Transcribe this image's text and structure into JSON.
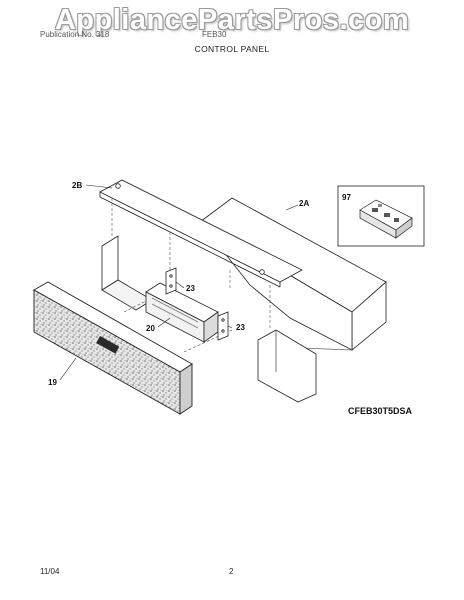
{
  "header": {
    "watermark": "AppliancePartsPros.com",
    "publication_label": "Publication No. 318",
    "model_prefix": "FEB30",
    "section_title": "CONTROL PANEL"
  },
  "diagram": {
    "callouts": {
      "c2B": "2B",
      "c2A": "2A",
      "c97": "97",
      "c23a": "23",
      "c20": "20",
      "c23b": "23",
      "c19": "19"
    },
    "model_number": "CFEB30T5DSA"
  },
  "footer": {
    "date": "11/04",
    "page_number": "2"
  }
}
